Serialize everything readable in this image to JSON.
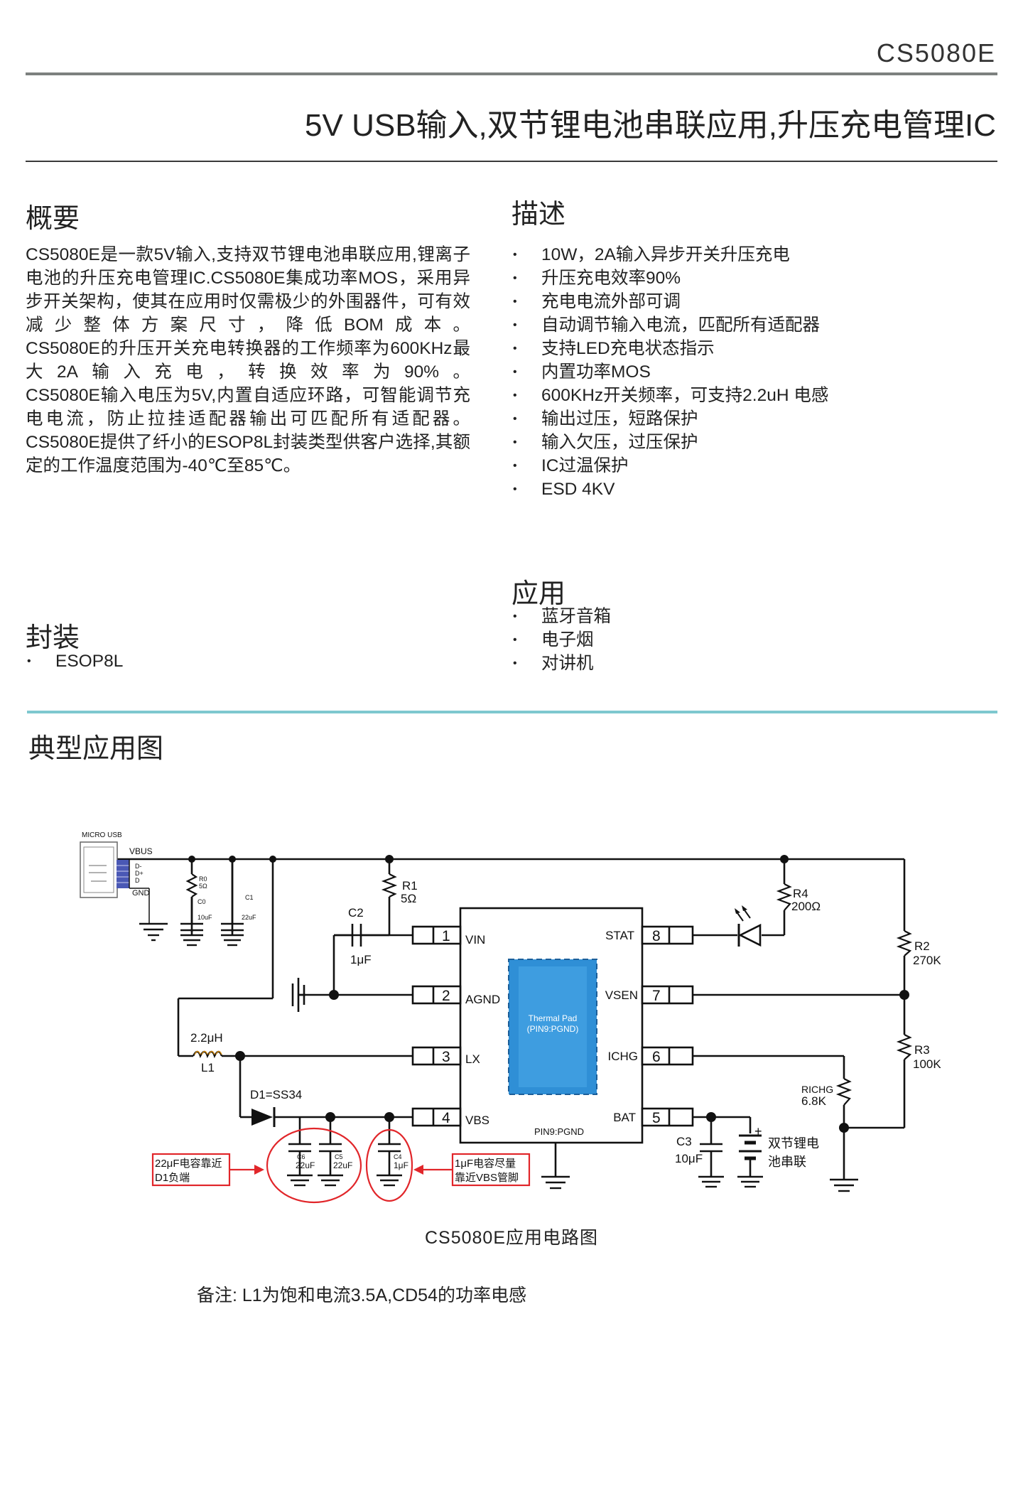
{
  "header": {
    "part_number": "CS5080E",
    "title": "5V USB输入,双节锂电池串联应用,升压充电管理IC"
  },
  "overview": {
    "heading": "概要",
    "paragraphs": [
      "CS5080E是一款5V输入,支持双节锂电池串联应用,锂离子电池的升压充电管理IC.CS5080E集成功率MOS，采用异步开关架构，使其在应用时仅需极少的外围器件，可有效减少整体方案尺寸，降低BOM成本。",
      "CS5080E的升压开关充电转换器的工作频率为600KHz最大2A输入充电，转换效率为90%。",
      "CS5080E输入电压为5V,内置自适应环路，可智能调节充电电流，防止拉挂适配器输出可匹配所有适配器。",
      "CS5080E提供了纤小的ESOP8L封装类型供客户选择,其额定的工作温度范围为-40℃至85℃。"
    ]
  },
  "description": {
    "heading": "描述",
    "items": [
      "10W，2A输入异步开关升压充电",
      "升压充电效率90%",
      "充电电流外部可调",
      "自动调节输入电流，匹配所有适配器",
      "支持LED充电状态指示",
      "内置功率MOS",
      "600KHz开关频率，可支持2.2uH 电感",
      "输出过压，短路保护",
      "输入欠压，过压保护",
      "IC过温保护",
      "ESD 4KV"
    ]
  },
  "applications": {
    "heading": "应用",
    "items": [
      "蓝牙音箱",
      "电子烟",
      "对讲机"
    ]
  },
  "package": {
    "heading": "封装",
    "items": [
      "ESOP8L"
    ]
  },
  "typical": {
    "heading": "典型应用图",
    "caption": "CS5080E应用电路图",
    "note": "备注: L1为饱和电流3.5A,CD54的功率电感"
  },
  "schematic": {
    "usb_label": "MICRO USB",
    "vbus": "VBUS",
    "usb_pins": [
      "D-",
      "D+",
      "D"
    ],
    "gnd": "GND",
    "r0": [
      "R0",
      "5Ω"
    ],
    "c0": [
      "C0",
      "10uF"
    ],
    "c1": [
      "C1",
      "22uF"
    ],
    "r1": [
      "R1",
      "5Ω"
    ],
    "c2": [
      "C2",
      "1μF"
    ],
    "l1": [
      "2.2μH",
      "L1"
    ],
    "d1": "D1=SS34",
    "r4": [
      "R4",
      "200Ω"
    ],
    "r2": [
      "R2",
      "270K"
    ],
    "r3": [
      "R3",
      "100K"
    ],
    "richg": [
      "RICHG",
      "6.8K"
    ],
    "c3": [
      "C3",
      "10μF"
    ],
    "c6": [
      "C6",
      "22uF"
    ],
    "c5": [
      "C5",
      "22uF"
    ],
    "c4": [
      "C4",
      "1μF"
    ],
    "battery": [
      "双节锂电",
      "池串联"
    ],
    "battery_plus": "+",
    "pins_left": [
      {
        "num": "1",
        "name": "VIN"
      },
      {
        "num": "2",
        "name": "AGND"
      },
      {
        "num": "3",
        "name": "LX"
      },
      {
        "num": "4",
        "name": "VBS"
      }
    ],
    "pins_right": [
      {
        "num": "8",
        "name": "STAT"
      },
      {
        "num": "7",
        "name": "VSEN"
      },
      {
        "num": "6",
        "name": "ICHG"
      },
      {
        "num": "5",
        "name": "BAT"
      }
    ],
    "thermal_pad": [
      "Thermal Pad",
      "(PIN9:PGND)"
    ],
    "pin9": "PIN9:PGND",
    "callout_left": [
      "22μF电容靠近",
      "D1负端"
    ],
    "callout_right": [
      "1μF电容尽量",
      "靠近VBS管脚"
    ]
  },
  "colors": {
    "rule_gray": "#7d817f",
    "rule_cyan": "#7ec8cf",
    "callout_red": "#e1262a",
    "thermal_pad": "#2f8fd6",
    "usb_pins": "#4a58b5"
  }
}
